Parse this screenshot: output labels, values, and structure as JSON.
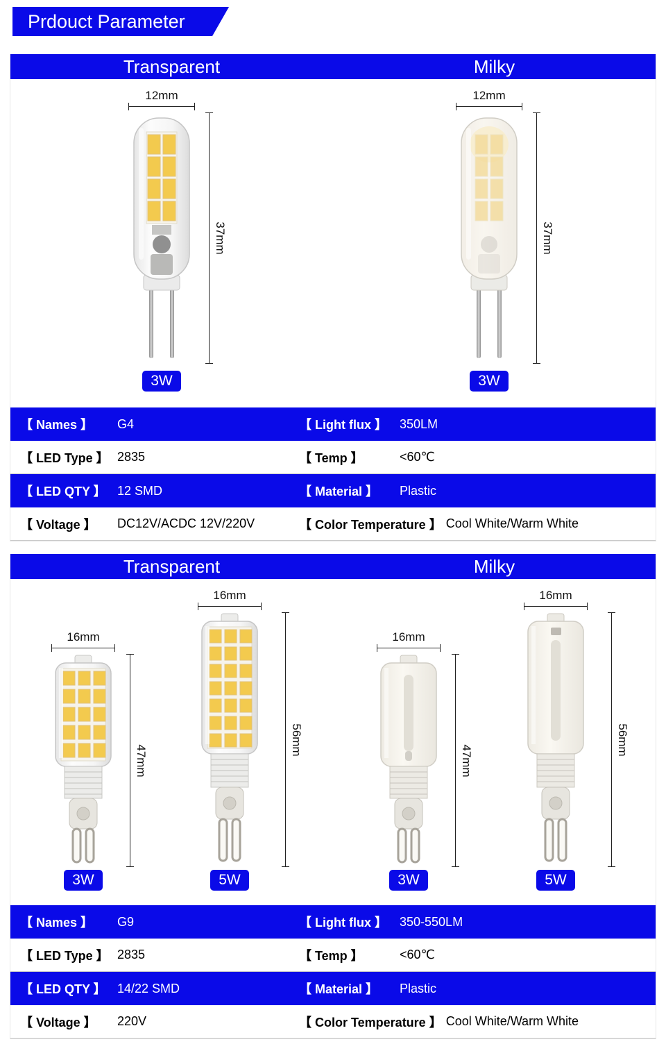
{
  "banner": {
    "title": "Prdouct Parameter"
  },
  "colors": {
    "accent": "#0a0ae8",
    "led_chip": "#f3ca4e"
  },
  "g4": {
    "columns": [
      "Transparent",
      "Milky"
    ],
    "bulbs": [
      {
        "width": "12mm",
        "height": "37mm",
        "watt": "3W"
      },
      {
        "width": "12mm",
        "height": "37mm",
        "watt": "3W"
      }
    ],
    "specs": [
      {
        "l_label": "【 Names 】",
        "l_value": "G4",
        "r_label": "【 Light flux 】",
        "r_value": "350LM"
      },
      {
        "l_label": "【 LED Type 】",
        "l_value": "2835",
        "r_label": "【 Temp 】",
        "r_value": "<60℃"
      },
      {
        "l_label": "【 LED QTY 】",
        "l_value": "12 SMD",
        "r_label": "【 Material 】",
        "r_value": "Plastic"
      },
      {
        "l_label": "【 Voltage 】",
        "l_value": "DC12V/ACDC 12V/220V",
        "r_label": "【 Color Temperature 】",
        "r_value": "Cool White/Warm White"
      }
    ]
  },
  "g9": {
    "columns": [
      "Transparent",
      "Milky"
    ],
    "bulbs": [
      {
        "width": "16mm",
        "height": "47mm",
        "watt": "3W"
      },
      {
        "width": "16mm",
        "height": "56mm",
        "watt": "5W"
      },
      {
        "width": "16mm",
        "height": "47mm",
        "watt": "3W"
      },
      {
        "width": "16mm",
        "height": "56mm",
        "watt": "5W"
      }
    ],
    "specs": [
      {
        "l_label": "【 Names 】",
        "l_value": "G9",
        "r_label": "【 Light flux 】",
        "r_value": "350-550LM"
      },
      {
        "l_label": "【 LED Type 】",
        "l_value": "2835",
        "r_label": "【 Temp 】",
        "r_value": "<60℃"
      },
      {
        "l_label": "【 LED QTY 】",
        "l_value": "14/22 SMD",
        "r_label": "【 Material 】",
        "r_value": "Plastic"
      },
      {
        "l_label": "【 Voltage 】",
        "l_value": "220V",
        "r_label": "【 Color Temperature 】",
        "r_value": "Cool White/Warm White"
      }
    ]
  }
}
